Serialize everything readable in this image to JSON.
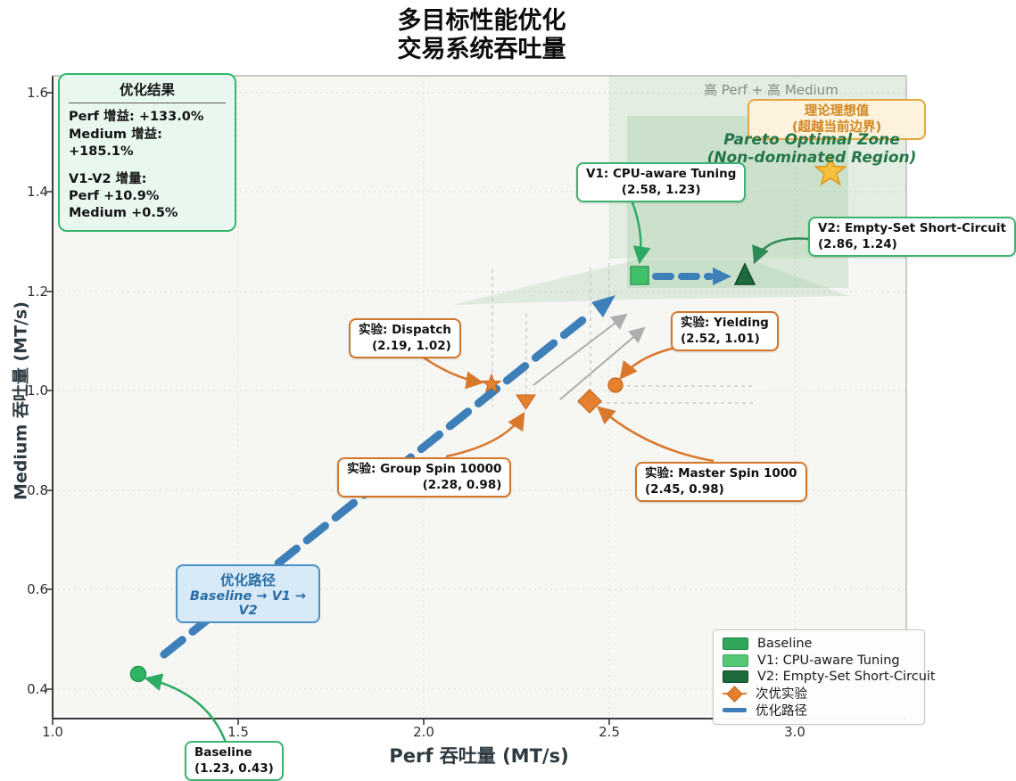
{
  "title": {
    "line1": "多目标性能优化",
    "line2": "交易系统吞吐量"
  },
  "axes": {
    "x_label": "Perf 吞吐量 (MT/s)",
    "y_label": "Medium 吞吐量 (MT/s)",
    "x_ticks": {
      "0": "1.0",
      "1": "1.5",
      "2": "2.0",
      "3": "2.5",
      "4": "3.0"
    },
    "y_ticks": {
      "0": "1.6",
      "1": "1.4",
      "2": "1.2",
      "3": "1.0",
      "4": "0.8",
      "5": "0.6",
      "6": "0.4"
    }
  },
  "results_box": {
    "title": "优化结果",
    "line1": "Perf 增益: +133.0%",
    "line2": "Medium 增益: +185.1%",
    "line3": "V1-V2 增量:",
    "line4": "Perf +10.9%",
    "line5": "Medium +0.5%"
  },
  "zone": {
    "corner_label": "高 Perf + 高 Medium",
    "ideal_line1": "理论理想值",
    "ideal_line2": "(超越当前边界)",
    "pareto_line1": "Pareto Optimal Zone",
    "pareto_line2": "(Non-dominated Region)"
  },
  "path_box": {
    "line1": "优化路径",
    "line2": "Baseline → V1 → V2"
  },
  "annotations": {
    "baseline": {
      "title": "Baseline",
      "coords": "(1.23, 0.43)"
    },
    "v1": {
      "title": "V1: CPU-aware Tuning",
      "coords": "(2.58, 1.23)"
    },
    "v2": {
      "title": "V2: Empty-Set Short-Circuit",
      "coords": "(2.86, 1.24)"
    },
    "dispatch": {
      "title": "实验: Dispatch",
      "coords": "(2.19, 1.02)"
    },
    "yielding": {
      "title": "实验: Yielding",
      "coords": "(2.52, 1.01)"
    },
    "group_spin": {
      "title": "实验: Group Spin 10000",
      "coords": "(2.28, 0.98)"
    },
    "master_spin": {
      "title": "实验: Master Spin 1000",
      "coords": "(2.45, 0.98)"
    }
  },
  "legend": {
    "items": {
      "0": {
        "label": "Baseline",
        "color": "#2fa85c"
      },
      "1": {
        "label": "V1: CPU-aware Tuning",
        "color": "#55c878"
      },
      "2": {
        "label": "V2: Empty-Set Short-Circuit",
        "color": "#1d6b3a"
      },
      "3": {
        "label": "次优实验",
        "color": "#e5812e"
      },
      "4": {
        "label": "优化路径",
        "color": "#3d7fb8"
      }
    }
  },
  "colors": {
    "baseline_green": "#2db564",
    "v1_green": "#41c06a",
    "v2_dark_green": "#1d6b3a",
    "suboptimal_orange": "#e5812e",
    "path_blue": "#3d7fb8",
    "star_gold": "#f6bf3d",
    "green_accent": "#3cb371",
    "orange_accent": "#d2772a"
  },
  "chart_data": {
    "type": "scatter",
    "title": "多目标性能优化 交易系统吞吐量",
    "xlabel": "Perf 吞吐量 (MT/s)",
    "ylabel": "Medium 吞吐量 (MT/s)",
    "xlim": [
      1.0,
      3.3
    ],
    "ylim": [
      0.34,
      1.64
    ],
    "x_ticks": [
      1.0,
      1.5,
      2.0,
      2.5,
      3.0
    ],
    "y_ticks": [
      0.4,
      0.6,
      0.8,
      1.0,
      1.2,
      1.4,
      1.6
    ],
    "grid": true,
    "legend_position": "lower right",
    "series": [
      {
        "name": "Baseline",
        "marker": "circle",
        "color": "#2db564",
        "points": [
          [
            1.23,
            0.43
          ]
        ]
      },
      {
        "name": "V1: CPU-aware Tuning",
        "marker": "square",
        "color": "#41c06a",
        "points": [
          [
            2.58,
            1.23
          ]
        ]
      },
      {
        "name": "V2: Empty-Set Short-Circuit",
        "marker": "triangle-up",
        "color": "#1d6b3a",
        "points": [
          [
            2.86,
            1.24
          ]
        ]
      },
      {
        "name": "次优实验",
        "marker": "mixed",
        "color": "#e5812e",
        "points": [
          [
            2.19,
            1.02
          ],
          [
            2.52,
            1.01
          ],
          [
            2.28,
            0.98
          ],
          [
            2.45,
            0.98
          ]
        ],
        "point_labels": [
          "Dispatch",
          "Yielding",
          "Group Spin 10000",
          "Master Spin 1000"
        ]
      },
      {
        "name": "理论理想值",
        "marker": "star",
        "color": "#f6bf3d",
        "points": [
          [
            3.09,
            1.44
          ]
        ]
      },
      {
        "name": "优化路径",
        "type": "line",
        "style": "dashed",
        "color": "#3d7fb8",
        "points": [
          [
            1.23,
            0.43
          ],
          [
            2.58,
            1.23
          ],
          [
            2.86,
            1.24
          ]
        ]
      }
    ],
    "annotations_stats": {
      "perf_gain_pct": 133.0,
      "medium_gain_pct": 185.1,
      "v1_v2_perf_delta_pct": 10.9,
      "v1_v2_medium_delta_pct": 0.5
    }
  }
}
